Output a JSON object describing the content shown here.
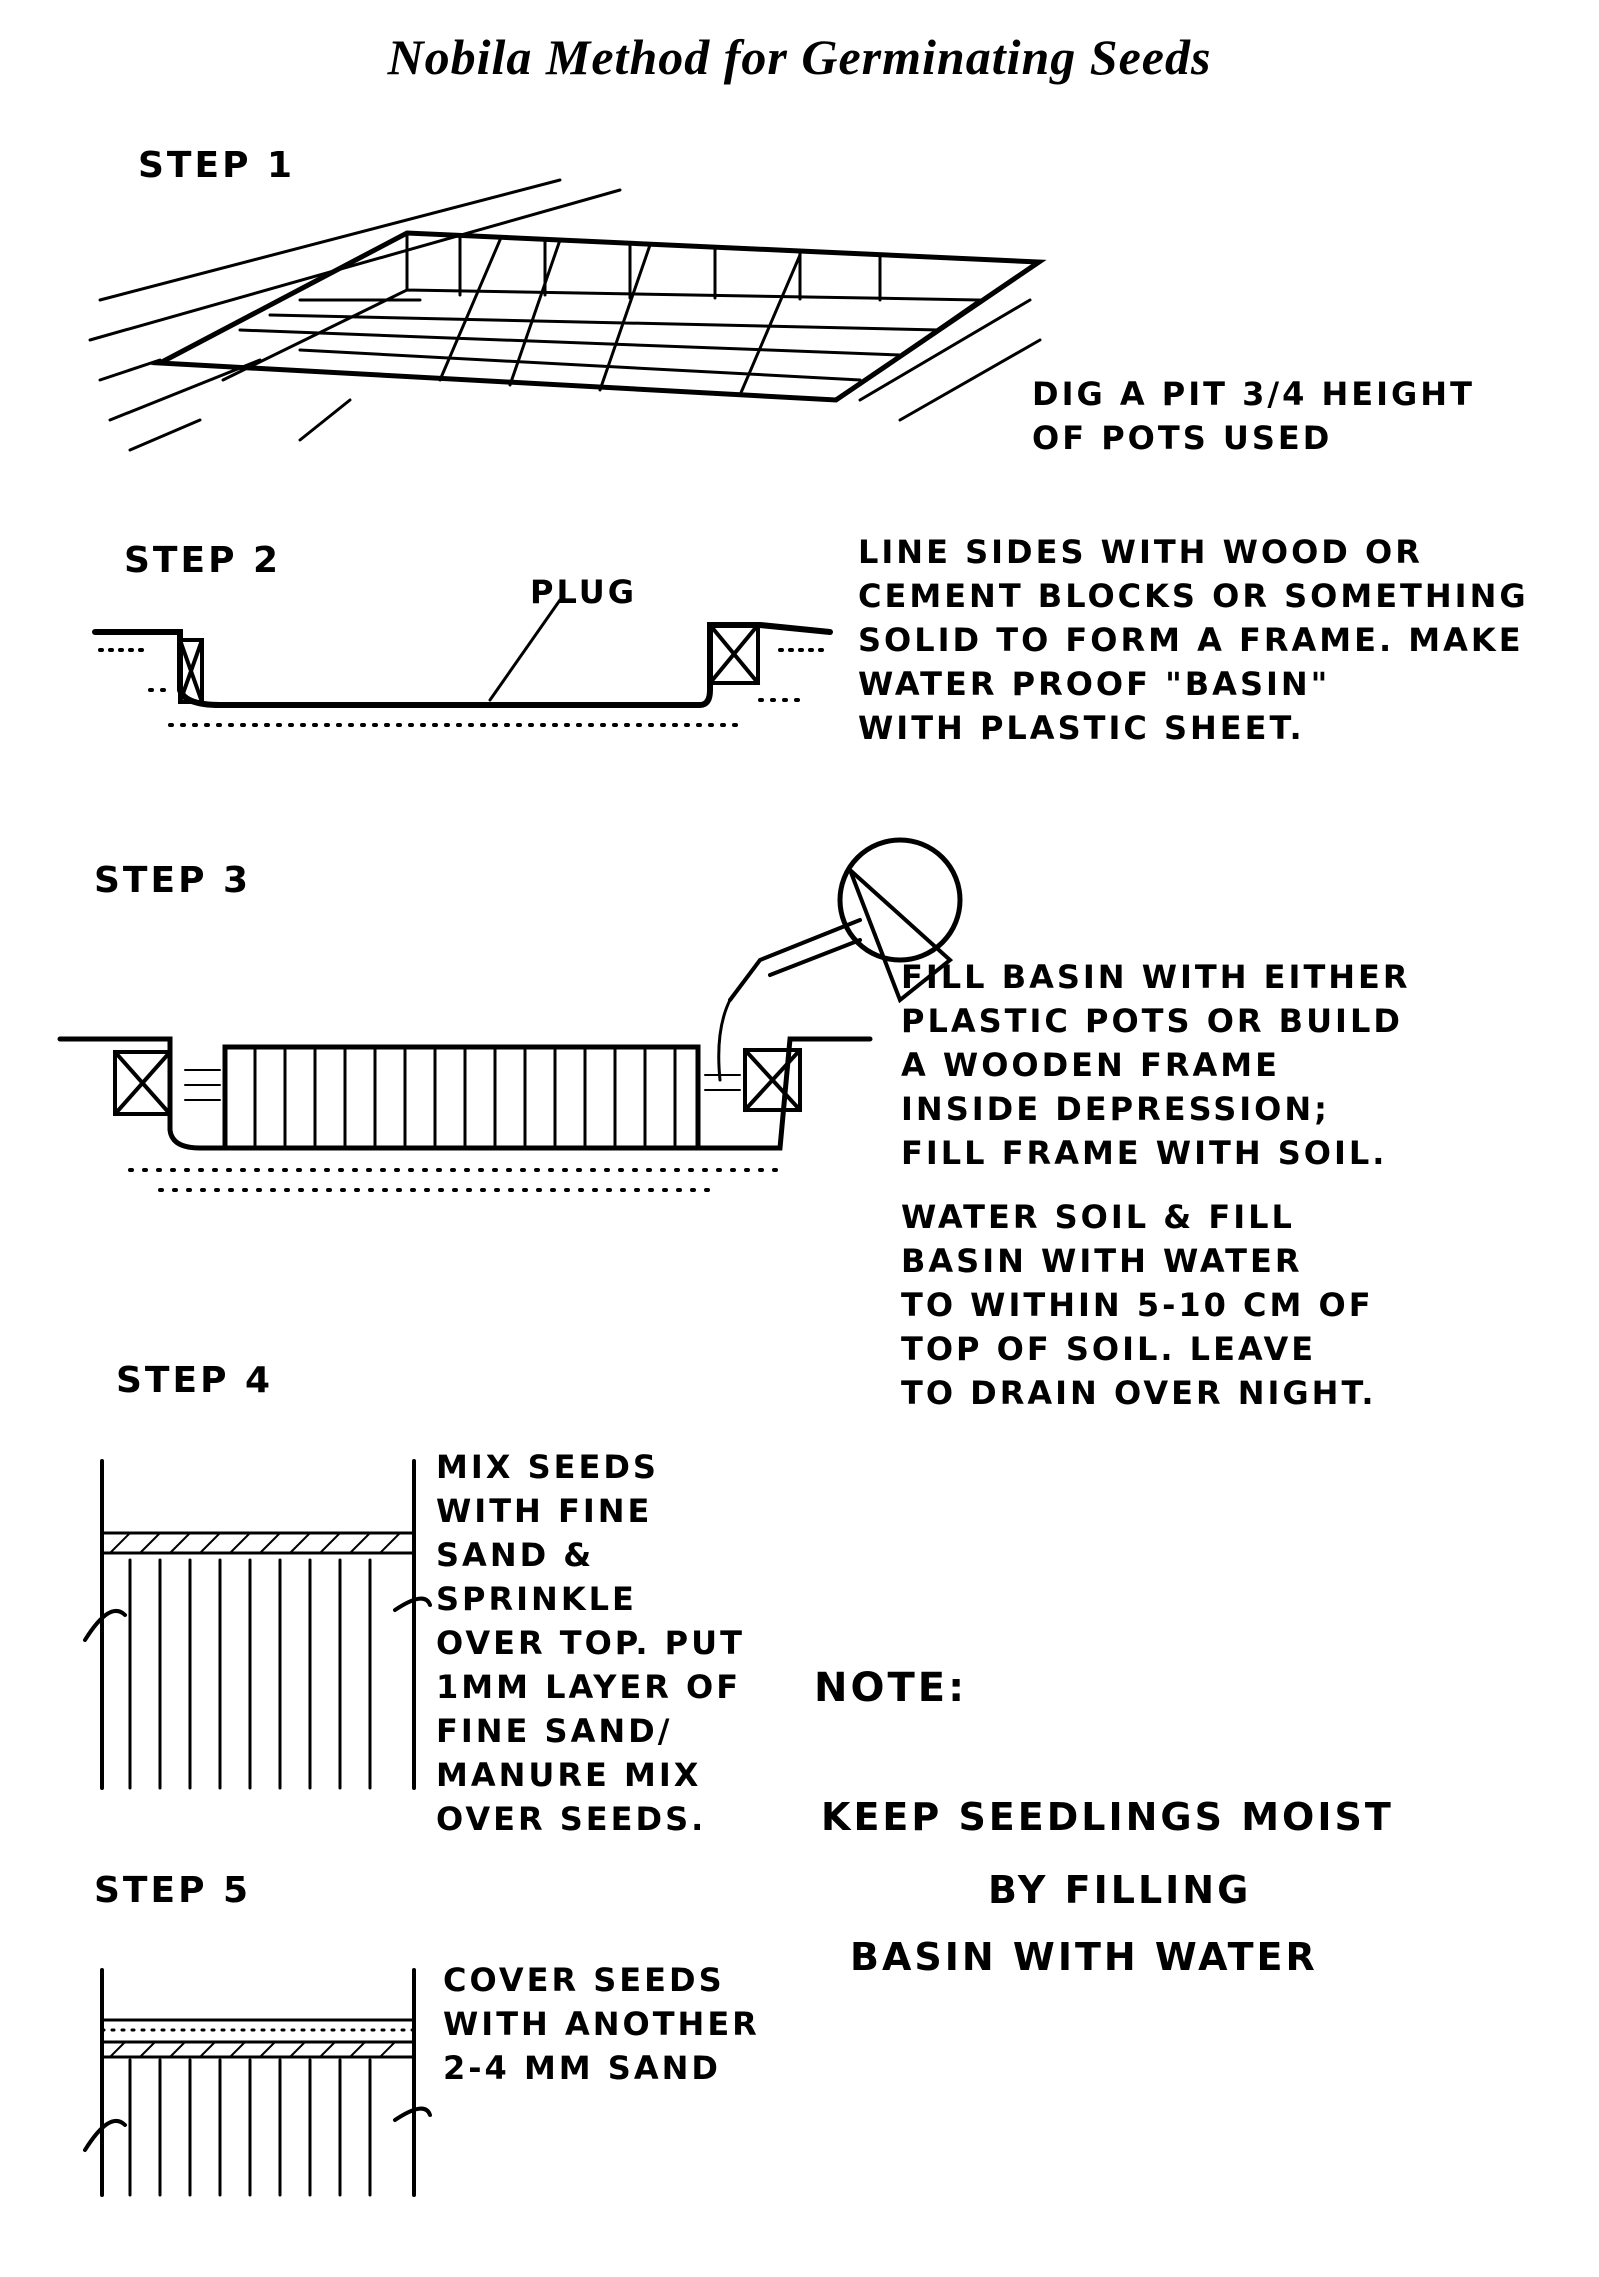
{
  "title": "Nobila Method for Germinating Seeds",
  "steps": [
    {
      "label": "STEP 1",
      "text": [
        "DIG A PIT 3/4 HEIGHT",
        "OF POTS USED"
      ]
    },
    {
      "label": "STEP 2",
      "callout": "PLUG",
      "text": [
        "LINE SIDES WITH WOOD OR",
        "CEMENT BLOCKS OR SOMETHING",
        "SOLID TO FORM A FRAME. MAKE",
        "WATER PROOF \"BASIN\"",
        "WITH PLASTIC SHEET."
      ]
    },
    {
      "label": "STEP 3",
      "text": [
        "FILL BASIN WITH EITHER",
        "PLASTIC POTS OR BUILD",
        "A WOODEN FRAME",
        "INSIDE DEPRESSION;",
        "FILL FRAME WITH SOIL."
      ],
      "text2": [
        "WATER SOIL & FILL",
        "BASIN WITH WATER",
        "TO WITHIN 5-10 CM OF",
        "TOP OF SOIL. LEAVE",
        "TO DRAIN OVER NIGHT."
      ]
    },
    {
      "label": "STEP 4",
      "text": [
        "MIX SEEDS",
        "WITH FINE",
        "SAND &",
        "SPRINKLE",
        "OVER TOP. PUT",
        "1MM LAYER OF",
        "FINE SAND/",
        "MANURE MIX",
        "OVER SEEDS."
      ]
    },
    {
      "label": "STEP 5",
      "text": [
        "COVER SEEDS",
        "WITH ANOTHER",
        "2-4 MM SAND"
      ]
    }
  ],
  "note": {
    "label": "NOTE:",
    "lines": [
      "KEEP SEEDLINGS MOIST",
      "BY FILLING",
      "BASIN WITH WATER"
    ]
  }
}
